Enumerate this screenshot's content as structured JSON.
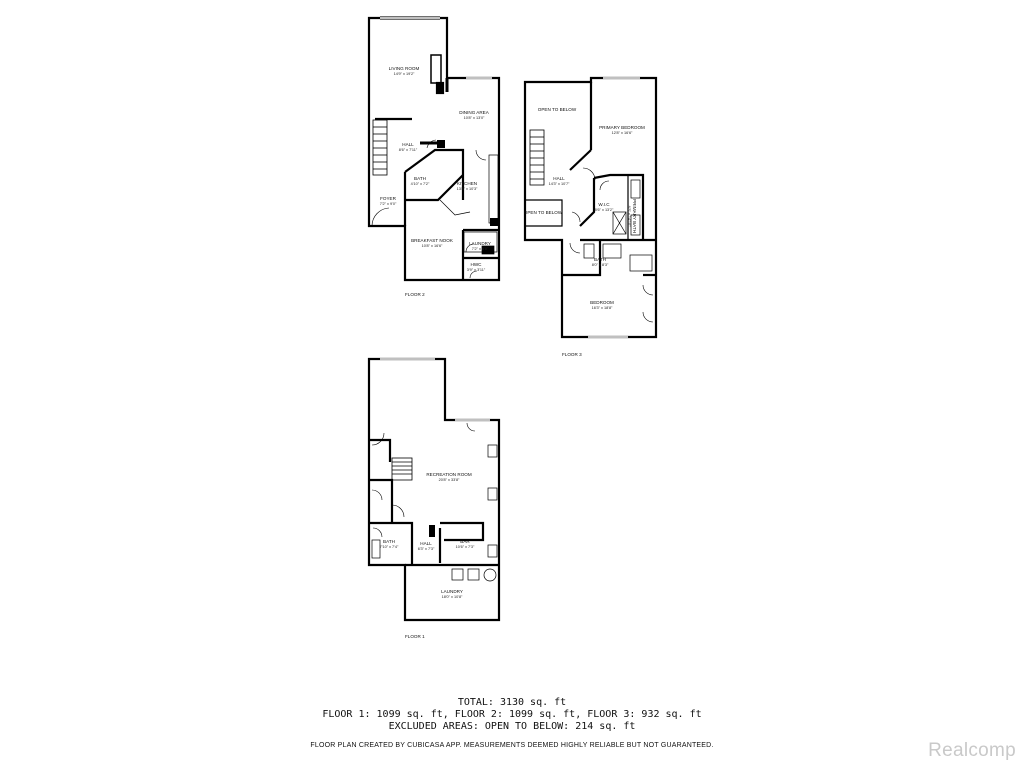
{
  "floor2": {
    "label": "FLOOR 2",
    "rooms": {
      "living_room": {
        "name": "LIVING ROOM",
        "dim": "14'9\" x 19'2\""
      },
      "dining_area": {
        "name": "DINING AREA",
        "dim": "10'8\" x 13'0\""
      },
      "hall": {
        "name": "HALL",
        "dim": "8'6\" x 7'11\""
      },
      "bath": {
        "name": "BATH",
        "dim": "4'10\" x 7'2\""
      },
      "kitchen": {
        "name": "KITCHEN",
        "dim": "13'8\" x 10'3\""
      },
      "foyer": {
        "name": "FOYER",
        "dim": "7'2\" x 9'0\""
      },
      "breakfast_nook": {
        "name": "BREAKFAST NOOK",
        "dim": "10'8\" x 16'6\""
      },
      "laundry": {
        "name": "LAUNDRY",
        "dim": "7'2\" x 5'0\""
      },
      "hwc": {
        "name": "HWC",
        "dim": "3'9\" x 3'11\""
      }
    }
  },
  "floor3": {
    "label": "FLOOR 3",
    "rooms": {
      "open_below_top": {
        "name": "OPEN TO BELOW"
      },
      "primary_bedroom": {
        "name": "PRIMARY BEDROOM",
        "dim": "12'8\" x 16'6\""
      },
      "hall": {
        "name": "HALL",
        "dim": "14'3\" x 10'7\""
      },
      "open_below_small": {
        "name": "OPEN TO BELOW"
      },
      "wic": {
        "name": "W.I.C",
        "dim": "8'6\" x 13'2\""
      },
      "primary_bath": {
        "name": "PRIMARY BATH",
        "dim": "6'3\" x 14'10\""
      },
      "bath": {
        "name": "BATH",
        "dim": "8'0\" x 8'3\""
      },
      "bedroom": {
        "name": "BEDROOM",
        "dim": "16'3\" x 18'8\""
      }
    }
  },
  "floor1": {
    "label": "FLOOR 1",
    "rooms": {
      "recreation_room": {
        "name": "RECREATION ROOM",
        "dim": "20'8\" x 33'8\""
      },
      "bath": {
        "name": "BATH",
        "dim": "7'10\" x 7'4\""
      },
      "hall": {
        "name": "HALL",
        "dim": "6'3\" x 7'3\""
      },
      "bar": {
        "name": "BAR",
        "dim": "10'6\" x 7'3\""
      },
      "laundry": {
        "name": "LAUNDRY",
        "dim": "18'0\" x 10'8\""
      }
    }
  },
  "summary": {
    "total": "TOTAL: 3130 sq. ft",
    "floors": "FLOOR 1: 1099 sq. ft, FLOOR 2: 1099 sq. ft, FLOOR 3: 932 sq. ft",
    "excluded": "EXCLUDED AREAS: OPEN TO BELOW: 214 sq. ft"
  },
  "disclaimer": "FLOOR PLAN CREATED BY CUBICASA APP. MEASUREMENTS DEEMED HIGHLY RELIABLE BUT NOT GUARANTEED.",
  "watermark": "Realcomp"
}
